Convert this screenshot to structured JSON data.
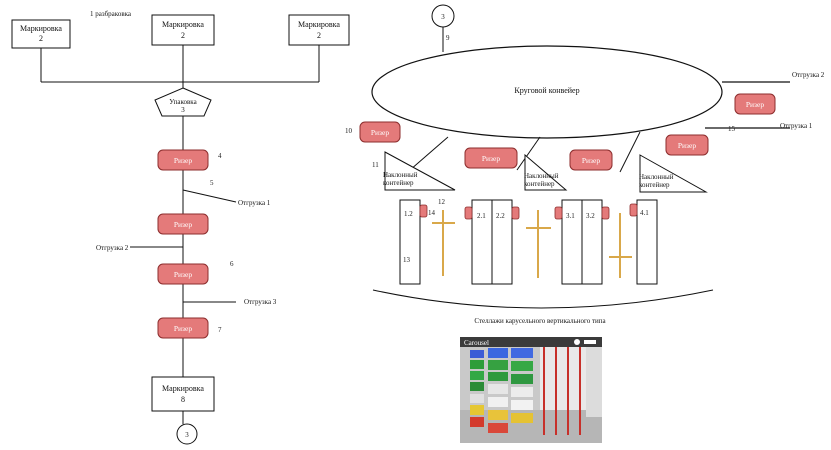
{
  "left": {
    "section_label": "1 разбраковка",
    "marking_top": [
      "Маркировка",
      "Маркировка",
      "Маркировка"
    ],
    "marking_top_num": [
      "2",
      "2",
      "2"
    ],
    "packing_label": "Упаковка",
    "packing_num": "3",
    "riser_label": "Ризер",
    "riser_nums": [
      "4",
      "6",
      "7"
    ],
    "num_5": "5",
    "shipment_1": "Отгрузка 1",
    "shipment_2": "Отгрузка 2",
    "shipment_3": "Отгрузка 3",
    "marking_bottom": "Маркировка",
    "marking_bottom_num": "8",
    "connector_bottom": "3"
  },
  "right": {
    "connector_top": "3",
    "num_9": "9",
    "conveyor_label": "Круговой конвейер",
    "riser_label": "Ризер",
    "num_10": "10",
    "num_11": "11",
    "num_12": "12",
    "num_13": "13",
    "num_14": "14",
    "num_15": "15",
    "shipment_1": "Отгрузка 1",
    "shipment_2": "Отгрузка 2",
    "incline_line1": "Наклонный",
    "incline_line2": "контейнер",
    "shelf_labels": [
      "1.2",
      "2.1",
      "2.2",
      "3.1",
      "3.2",
      "4.1"
    ],
    "caption": "Стеллажи карусельного вертикального типа",
    "photo_overlay": "Carousel"
  },
  "colors": {
    "riser_fill": "#e47a7a",
    "riser_stroke": "#8c2d2d",
    "pole": "#d9a84a",
    "line": "#111111"
  }
}
